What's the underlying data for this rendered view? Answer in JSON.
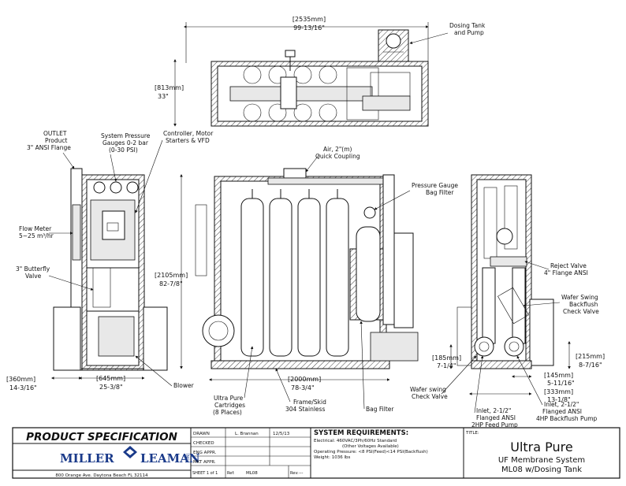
{
  "dimensions": {
    "top_width_mm": "[2535mm]",
    "top_width_in": "99-13/16\"",
    "top_depth_mm": "[813mm]",
    "top_depth_in": "33\"",
    "height_mm": "[2105mm]",
    "height_in": "82-7/8\"",
    "left_w1_mm": "[360mm]",
    "left_w1_in": "14-3/16\"",
    "left_w2_mm": "[645mm]",
    "left_w2_in": "25-3/8\"",
    "front_w_mm": "[2000mm]",
    "front_w_in": "78-3/4\"",
    "r_185_mm": "[185mm]",
    "r_185_in": "7-1/4\"",
    "r_145_mm": "[145mm]",
    "r_145_in": "5-11/16\"",
    "r_333_mm": "[333mm]",
    "r_333_in": "13-1/8\"",
    "r_215_mm": "[215mm]",
    "r_215_in": "8-7/16\""
  },
  "callouts": {
    "dosing_1": "Dosing Tank",
    "dosing_2": "and Pump",
    "outlet_1": "OUTLET",
    "outlet_2": "Product",
    "outlet_3": "3\" ANSI Flange",
    "gauges_1": "System Pressure",
    "gauges_2": "Gauges 0-2 bar",
    "gauges_3": "(0-30 PSI)",
    "controller_1": "Controller, Motor",
    "controller_2": "Starters & VFD",
    "air_1": "Air, 2\"(m)",
    "air_2": "Quick Coupling",
    "pg_1": "Pressure Gauge",
    "pg_2": "Bag Filter",
    "flow_1": "Flow Meter",
    "flow_2": "5~25 m³/hr",
    "butterfly_1": "3\" Butterfly",
    "butterfly_2": "Valve",
    "reject_1": "Reject Valve",
    "reject_2": "4\" Flange ANSI",
    "swing_1": "Wafer Swing",
    "swing_2": "Backflush",
    "swing_3": "Check Valve",
    "blower": "Blower",
    "cart_1": "Ultra Pure",
    "cart_2": "Cartridges",
    "cart_3": "(8 Places)",
    "frame_1": "Frame/Skid",
    "frame_2": "304 Stainless",
    "bagfilter": "Bag Filter",
    "wsc_1": "Wafer swing",
    "wsc_2": "Check Valve",
    "inlet_1": "Inlet, 2-1/2\"",
    "inlet_2": "Flanged ANSI",
    "inlet_3": "2HP Feed Pump",
    "bf_pump_1": "Inlet, 2-1/2\"",
    "bf_pump_2": "Flanged ANSI",
    "bf_pump_3": "4HP Backflush Pump"
  },
  "title_block": {
    "heading": "PRODUCT SPECIFICATION",
    "company": "MILLER",
    "company2": "LEAMAN",
    "inc": "INC",
    "address": "800 Orange Ave. Daytona Beach FL 32114",
    "drawn": "DRAWN",
    "drawn_by": "L. Brannan",
    "drawn_date": "12/5/13",
    "checked": "CHECKED",
    "eng": "ENG APPR.",
    "mkt": "MKT APPR.",
    "sheet": "SHEET 1 of 1",
    "ref_label": "Ref:",
    "ref_value": "ML08",
    "rev_label": "Rev:",
    "rev_value": "---",
    "req_title": "SYSTEM REQUIREMENTS:",
    "req_1": "Electrical: 460VAC/3Ph/60Hz Standard",
    "req_2": "(Other Voltages Available)",
    "req_3": "Operating Pressure: <8 PSI(Feed)<14 PSI(Backflush)",
    "req_4": "Weight: 1036 lbs",
    "title_label": "TITLE:",
    "title_1": "Ultra Pure",
    "title_2": "UF Membrane System",
    "title_3": "ML08 w/Dosing Tank"
  }
}
